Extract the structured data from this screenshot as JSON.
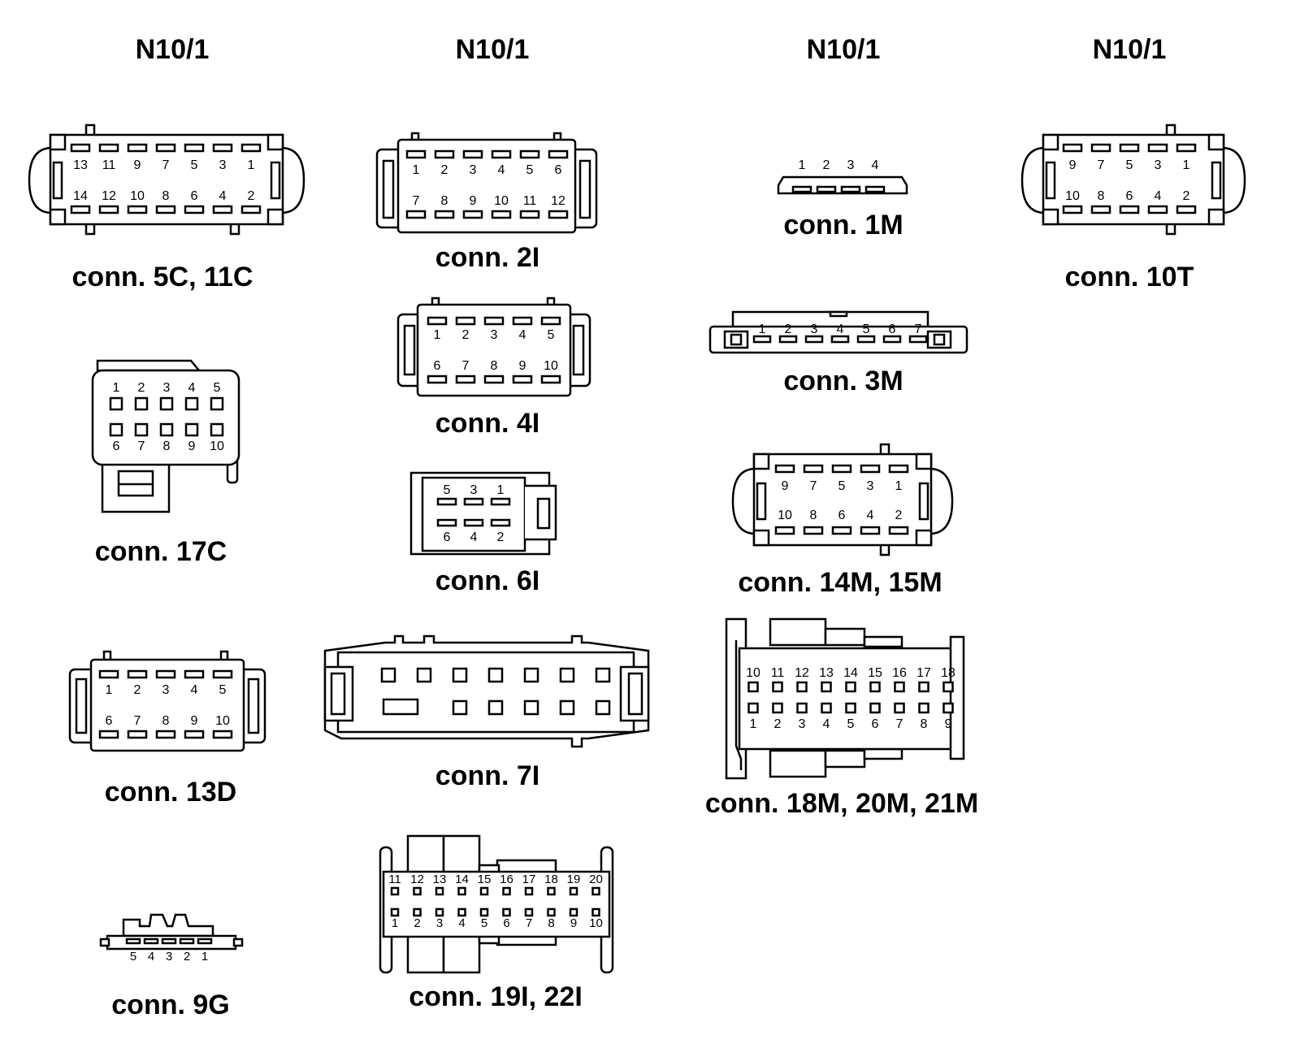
{
  "columns": [
    "N10/1",
    "N10/1",
    "N10/1",
    "N10/1"
  ],
  "connectors": [
    {
      "id": "c5c",
      "caption": "conn. 5C, 11C",
      "top_row": [
        "13",
        "11",
        "9",
        "7",
        "5",
        "3",
        "1"
      ],
      "bottom_row": [
        "14",
        "12",
        "10",
        "8",
        "6",
        "4",
        "2"
      ]
    },
    {
      "id": "c2i",
      "caption": "conn. 2I",
      "top_row": [
        "1",
        "2",
        "3",
        "4",
        "5",
        "6"
      ],
      "bottom_row": [
        "7",
        "8",
        "9",
        "10",
        "11",
        "12"
      ]
    },
    {
      "id": "c1m",
      "caption": "conn. 1M",
      "top_row": [
        "1",
        "2",
        "3",
        "4"
      ]
    },
    {
      "id": "c10t",
      "caption": "conn. 10T",
      "top_row": [
        "9",
        "7",
        "5",
        "3",
        "1"
      ],
      "bottom_row": [
        "10",
        "8",
        "6",
        "4",
        "2"
      ]
    },
    {
      "id": "c4i",
      "caption": "conn. 4I",
      "top_row": [
        "1",
        "2",
        "3",
        "4",
        "5"
      ],
      "bottom_row": [
        "6",
        "7",
        "8",
        "9",
        "10"
      ]
    },
    {
      "id": "c3m",
      "caption": "conn. 3M",
      "top_row": [
        "1",
        "2",
        "3",
        "4",
        "5",
        "6",
        "7"
      ]
    },
    {
      "id": "c17c",
      "caption": "conn. 17C",
      "top_row": [
        "1",
        "2",
        "3",
        "4",
        "5"
      ],
      "bottom_row": [
        "6",
        "7",
        "8",
        "9",
        "10"
      ]
    },
    {
      "id": "c6i",
      "caption": "conn. 6I",
      "top_row": [
        "5",
        "3",
        "1"
      ],
      "bottom_row": [
        "6",
        "4",
        "2"
      ]
    },
    {
      "id": "c14m",
      "caption": "conn. 14M, 15M",
      "top_row": [
        "9",
        "7",
        "5",
        "3",
        "1"
      ],
      "bottom_row": [
        "10",
        "8",
        "6",
        "4",
        "2"
      ]
    },
    {
      "id": "c13d",
      "caption": "conn. 13D",
      "top_row": [
        "1",
        "2",
        "3",
        "4",
        "5"
      ],
      "bottom_row": [
        "6",
        "7",
        "8",
        "9",
        "10"
      ]
    },
    {
      "id": "c7i",
      "caption": "conn. 7I"
    },
    {
      "id": "c18m",
      "caption": "conn. 18M, 20M, 21M",
      "top_row": [
        "10",
        "11",
        "12",
        "13",
        "14",
        "15",
        "16",
        "17",
        "18"
      ],
      "bottom_row": [
        "1",
        "2",
        "3",
        "4",
        "5",
        "6",
        "7",
        "8",
        "9"
      ]
    },
    {
      "id": "c9g",
      "caption": "conn. 9G",
      "bottom_row": [
        "5",
        "4",
        "3",
        "2",
        "1"
      ]
    },
    {
      "id": "c19i",
      "caption": "conn. 19I, 22I",
      "top_row": [
        "11",
        "12",
        "13",
        "14",
        "15",
        "16",
        "17",
        "18",
        "19",
        "20"
      ],
      "bottom_row": [
        "1",
        "2",
        "3",
        "4",
        "5",
        "6",
        "7",
        "8",
        "9",
        "10"
      ]
    }
  ]
}
